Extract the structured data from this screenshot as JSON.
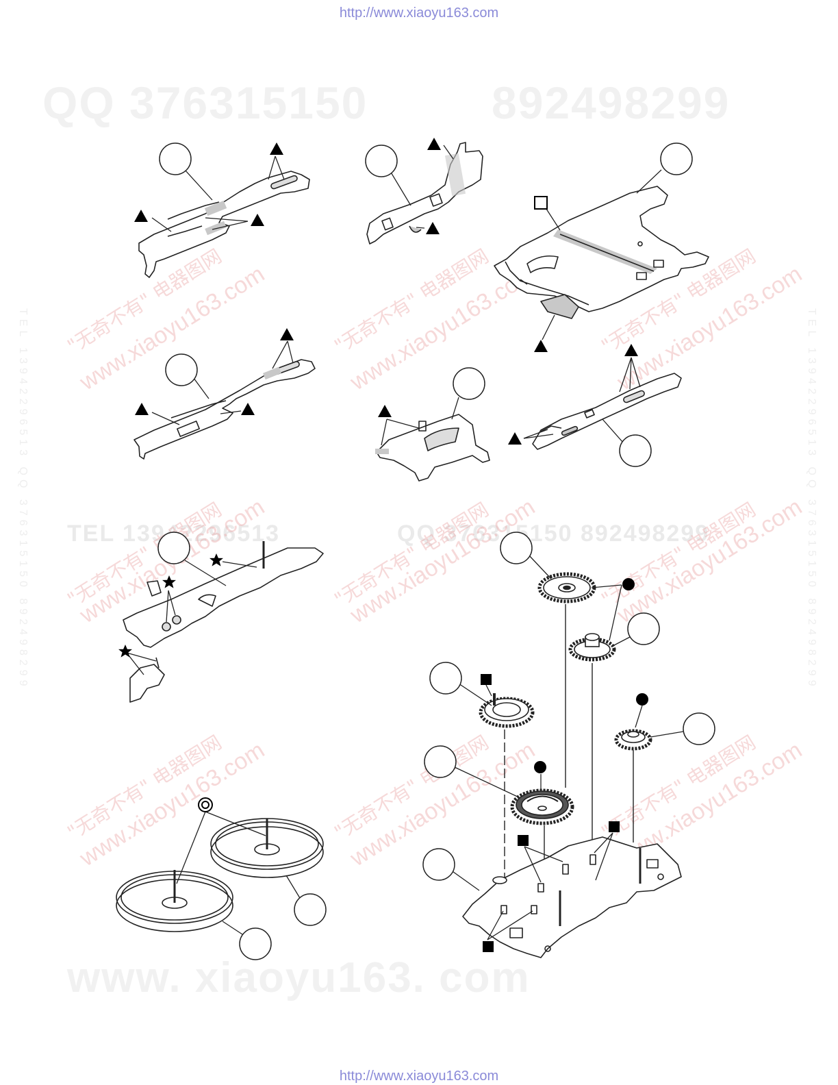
{
  "header": {
    "url": "http://www.xiaoyu163.com"
  },
  "footer": {
    "url": "http://www.xiaoyu163.com"
  },
  "watermarks": {
    "qq_line": "QQ 376315150",
    "number_line": "892498299",
    "tel_line": "TEL 13942296513",
    "qq_mid": "QQ 376315150  892498299",
    "site_big": "www. xiaoyu163. com",
    "site_diag": "www.xiaoyu163.com",
    "cn_text": "\"无奇不有\" 电器图网",
    "side_left": "TEL 13942296513  QQ 376315150  892498299",
    "side_right": "TEL 13942296513  QQ 376315150  892498299"
  },
  "colors": {
    "line": "#222222",
    "shade": "#c8c8c8",
    "url": "#8a8ad8"
  },
  "symbols": {
    "triangle": "triangle-marker-icon",
    "open-square": "open-square-marker-icon",
    "filled-square": "filled-square-marker-icon",
    "filled-circle": "filled-circle-marker-icon",
    "star": "star-marker-icon",
    "double-circle": "double-circle-marker-icon"
  }
}
